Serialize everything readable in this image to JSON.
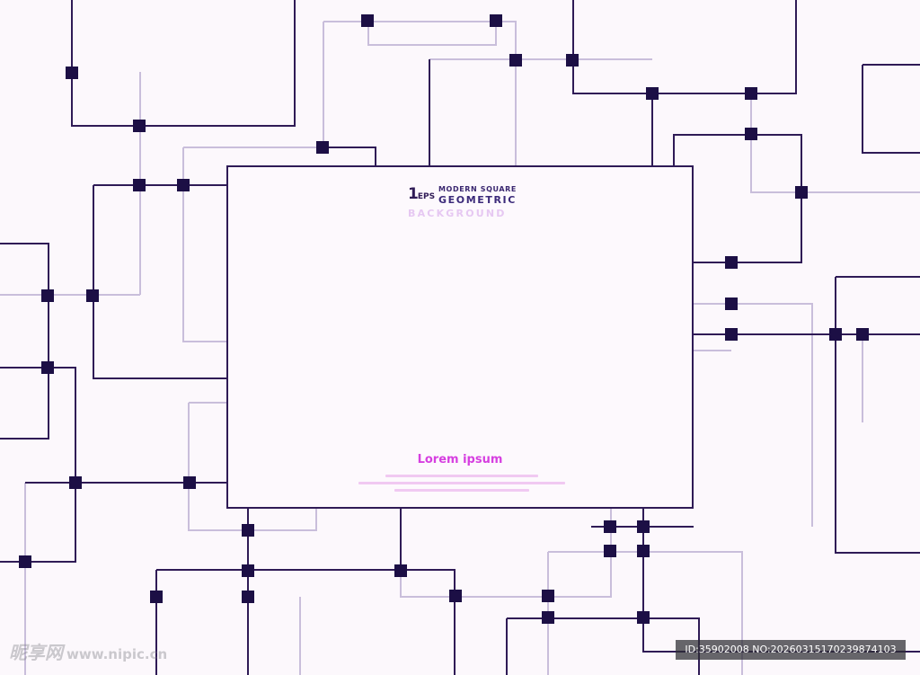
{
  "palette": {
    "background": "#fcf8fc",
    "line_dark": "#2f1b56",
    "line_light": "#c9bedb",
    "node": "#1c0f45",
    "accent_pink": "#d63fe0",
    "subtitle_pink": "#e6c8f2"
  },
  "card": {
    "logo_badge": "1",
    "logo_badge_small": "EPS",
    "logo_line1": "MODERN SQUARE",
    "logo_line2": "GEOMETRIC",
    "logo_line3": "BACKGROUND",
    "heading": "Lorem ipsum"
  },
  "watermark": {
    "site_name": "昵享网",
    "site_url": "www.nipic.cn",
    "image_id": "ID:35902008 NO:20260315170239874103"
  }
}
